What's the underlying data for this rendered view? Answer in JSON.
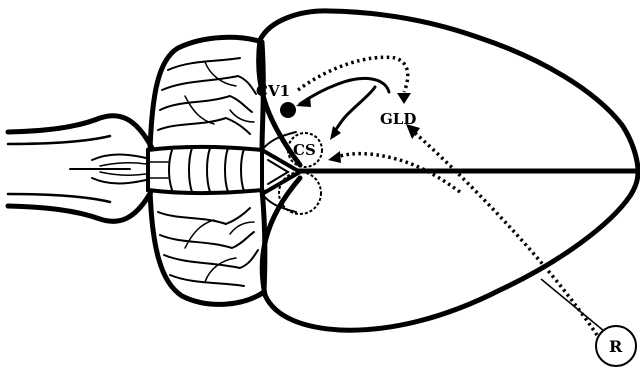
{
  "diagram": {
    "labels": {
      "cv1": "CV1",
      "gld": "GLD",
      "cs": "CS",
      "r": "R"
    },
    "colors": {
      "stroke": "#000000",
      "background": "#ffffff"
    }
  }
}
